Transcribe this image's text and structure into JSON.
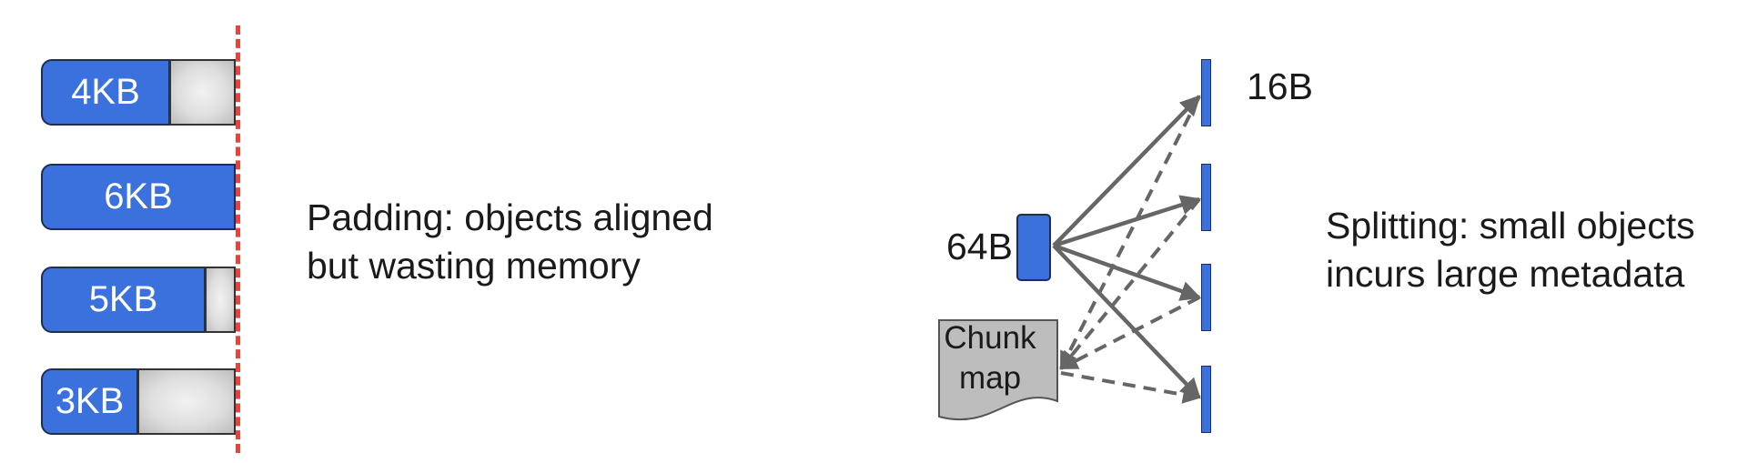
{
  "padding": {
    "objects": [
      {
        "label": "4KB"
      },
      {
        "label": "6KB"
      },
      {
        "label": "5KB"
      },
      {
        "label": "3KB"
      }
    ],
    "caption_line1": "Padding: objects aligned",
    "caption_line2": "but wasting memory"
  },
  "splitting": {
    "source_label": "64B",
    "fragment_label": "16B",
    "chunk_map_line1": "Chunk",
    "chunk_map_line2": "map",
    "caption_line1": "Splitting: small objects",
    "caption_line2": "incurs large metadata"
  },
  "colors": {
    "object_blue": "#3a71dd",
    "alignment_red": "#e8423b",
    "arrow_gray": "#666666",
    "chunk_map_gray": "#bdbdbd"
  }
}
